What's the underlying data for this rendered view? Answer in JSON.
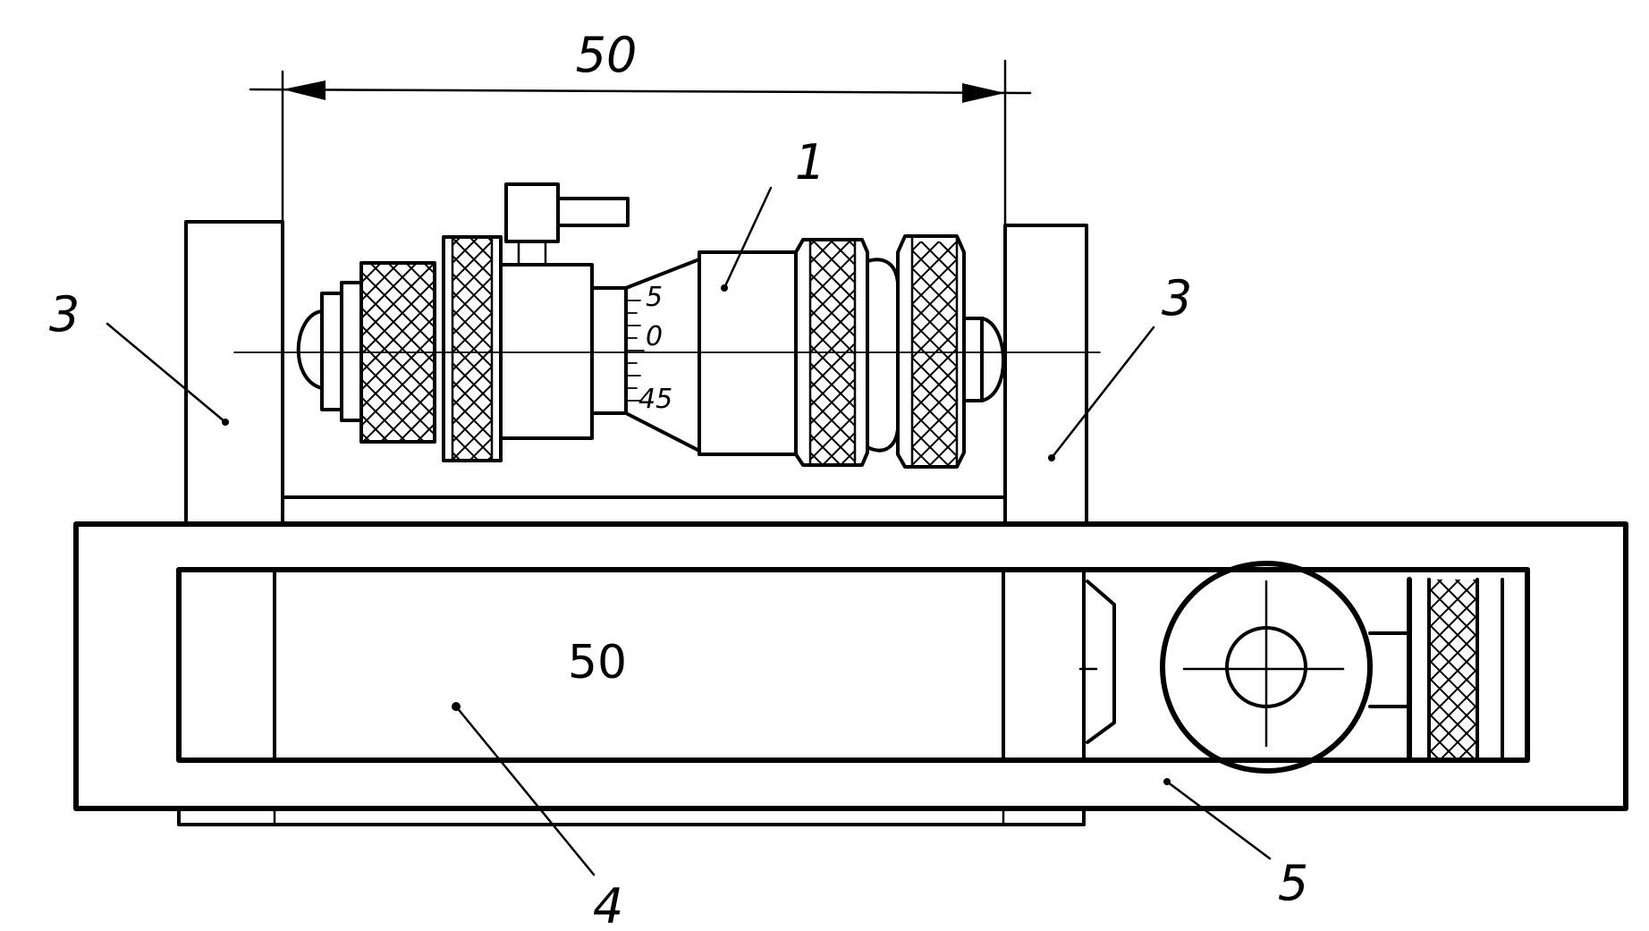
{
  "diagram": {
    "dimension_label": "50",
    "gauge_block_label": "50",
    "scale_marks": {
      "top": "5",
      "middle": "0",
      "bottom": "45"
    },
    "callouts": {
      "micrometer": "1",
      "holder_left": "3",
      "holder_right": "3",
      "gauge_block": "4",
      "bracket": "5"
    }
  }
}
